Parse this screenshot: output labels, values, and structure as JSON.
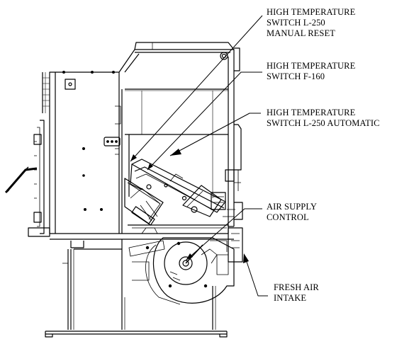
{
  "callouts": [
    {
      "id": "hts-l250-manual",
      "lines": [
        "HIGH TEMPERATURE",
        "SWITCH L-250",
        "MANUAL RESET"
      ]
    },
    {
      "id": "hts-f160",
      "lines": [
        "HIGH TEMPERATURE",
        "SWITCH F-160"
      ]
    },
    {
      "id": "hts-l250-auto",
      "lines": [
        "HIGH TEMPERATURE",
        "SWITCH L-250 AUTOMATIC"
      ]
    },
    {
      "id": "air-supply",
      "lines": [
        "AIR SUPPLY",
        "CONTROL"
      ]
    },
    {
      "id": "fresh-air",
      "lines": [
        "FRESH AIR",
        "INTAKE"
      ]
    }
  ],
  "colors": {
    "line": "#000000",
    "background": "#ffffff"
  }
}
